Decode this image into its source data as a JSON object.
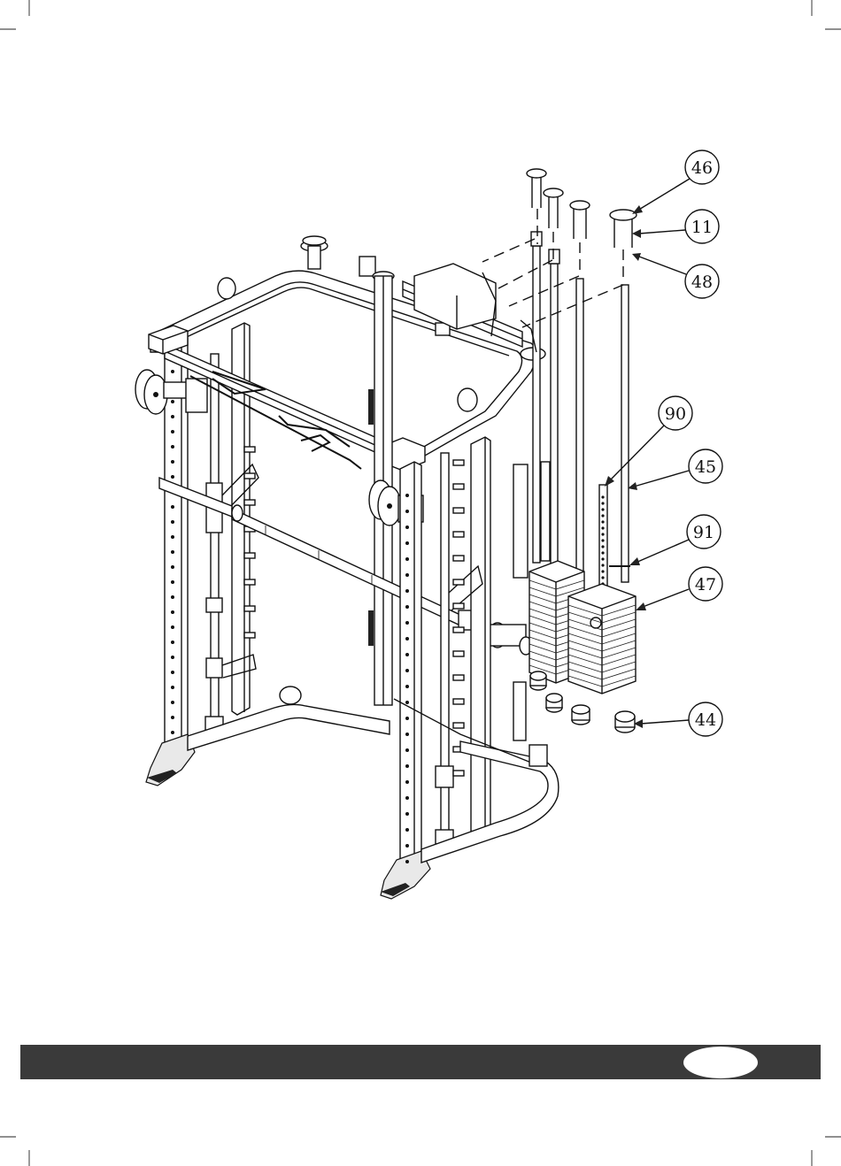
{
  "callouts": [
    {
      "id": "callout-46",
      "label": "46"
    },
    {
      "id": "callout-11",
      "label": "11"
    },
    {
      "id": "callout-48",
      "label": "48"
    },
    {
      "id": "callout-90",
      "label": "90"
    },
    {
      "id": "callout-45",
      "label": "45"
    },
    {
      "id": "callout-91",
      "label": "91"
    },
    {
      "id": "callout-47",
      "label": "47"
    },
    {
      "id": "callout-44",
      "label": "44"
    }
  ],
  "footer": {
    "bar_color": "#3a3a3a",
    "page_number": ""
  },
  "illustration": {
    "icon": "smith-machine-exploded-diagram-icon"
  }
}
